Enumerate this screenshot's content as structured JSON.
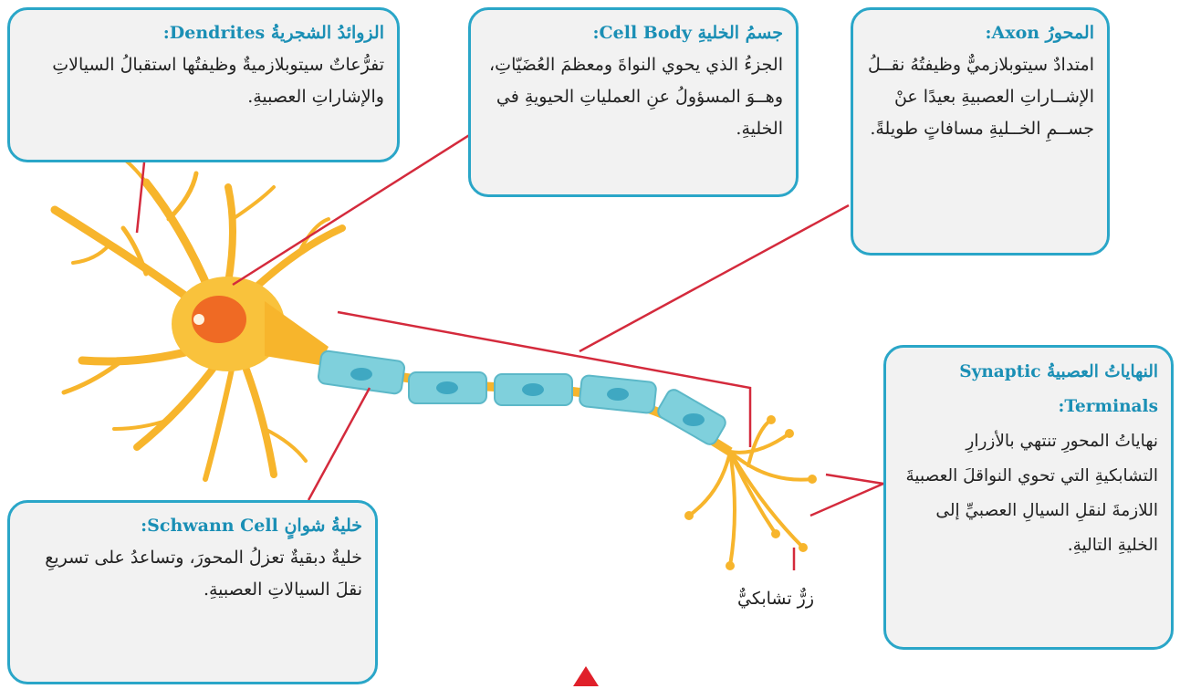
{
  "callouts": {
    "dendrites": {
      "title": "الزوائدُ الشجريةُ Dendrites:",
      "body": "تفرُّعاتٌ سيتوبلازميةٌ وظيفتُها استقبالُ السيالاتِ والإشاراتِ العصبيةِ."
    },
    "cell_body": {
      "title": "جسمُ الخليةِ Cell Body:",
      "body": "الجزءُ الذي يحوي النواةَ ومعظمَ العُضَيّاتِ، وهــوَ المسؤولُ عنِ العملياتِ الحيويةِ في الخليةِ."
    },
    "axon": {
      "title": "المحورُ Axon:",
      "body": "امتدادٌ سيتوبلازميٌّ وظيفتُهُ نقــلُ الإشــاراتِ العصبيةِ بعيدًا عنْ جســمِ الخــليةِ مسافاتٍ طويلةً."
    },
    "schwann": {
      "title": "خليةُ شوانٍ Schwann Cell:",
      "body": "خليةٌ دبقيةٌ تعزلُ المحورَ، وتساعدُ على تسريعِ نقلَ السيالاتِ العصبيةِ."
    },
    "synaptic": {
      "title": "النهاياتُ العصبيةُ Synaptic Terminals:",
      "body": "نهاياتُ المحورِ تنتهي بالأزرارِ التشابكيةِ التي تحوي النواقلَ العصبيةَ اللازمةَ لنقلِ السيالِ العصبيِّ إلى الخليةِ التاليةِ."
    }
  },
  "labels": {
    "synaptic_bouton": "زرٌّ تشابكيٌّ"
  },
  "colors": {
    "box_border": "#2aa6c8",
    "title_text": "#1a8fb5",
    "leader_line": "#d42a3c",
    "neuron_fill": "#f7b52c",
    "nucleus": "#ef6a24",
    "myelin": "#7fd0dc",
    "marker": "#e0202a"
  }
}
